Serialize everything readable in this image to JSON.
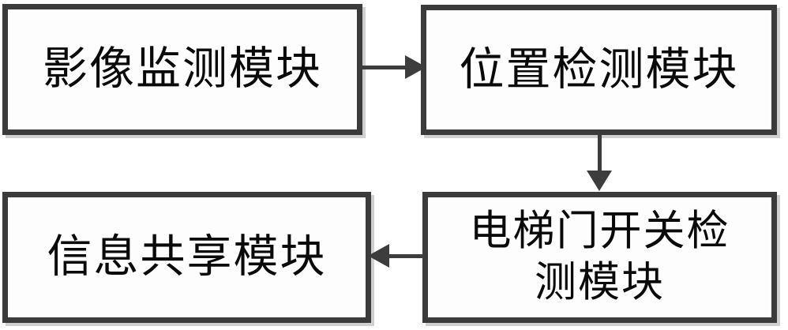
{
  "diagram": {
    "type": "block-flow-diagram",
    "background_color": "#ffffff",
    "box_border_color": "#3b3b3b",
    "box_fill_color": "#fdfdfd",
    "connector_color": "#3d3d3d",
    "text_color": "#0a0a0a",
    "nodes": [
      {
        "id": "image-monitor",
        "label": "影像监测模块",
        "position": "top-left"
      },
      {
        "id": "position-detect",
        "label": "位置检测模块",
        "position": "top-right"
      },
      {
        "id": "door-detect",
        "label": "电梯门开关检\n测模块",
        "position": "bottom-right"
      },
      {
        "id": "info-share",
        "label": "信息共享模块",
        "position": "bottom-left"
      }
    ],
    "edges": [
      {
        "id": "monitor-to-position",
        "from": "image-monitor",
        "to": "position-detect",
        "direction": "right",
        "style": "solid-arrow"
      },
      {
        "id": "position-to-door",
        "from": "position-detect",
        "to": "door-detect",
        "direction": "down",
        "style": "solid-arrow"
      },
      {
        "id": "door-to-info",
        "from": "door-detect",
        "to": "info-share",
        "direction": "left",
        "style": "solid-arrow"
      }
    ]
  }
}
